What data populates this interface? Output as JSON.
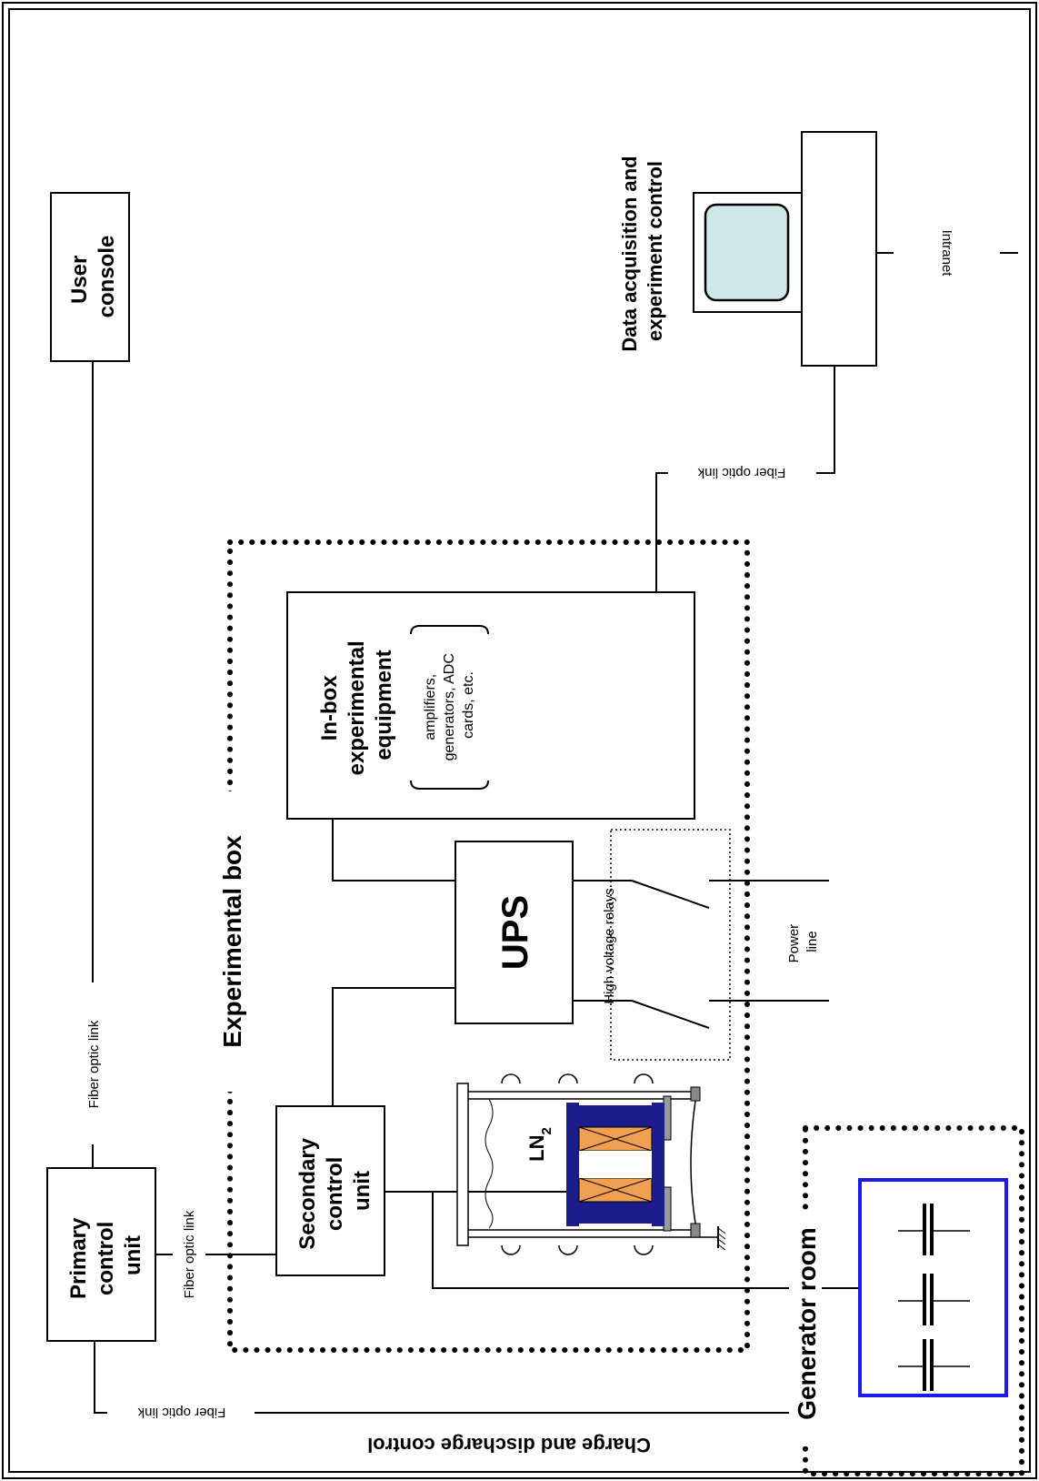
{
  "labels": {
    "user_console": [
      "User",
      "console"
    ],
    "primary_control_unit": [
      "Primary",
      "control",
      "unit"
    ],
    "secondary_control_unit": [
      "Secondary",
      "control",
      "unit"
    ],
    "in_box_equipment_title": [
      "In-box",
      "experimental",
      "equipment"
    ],
    "in_box_equipment_sub": [
      "amplifiers,",
      "generators, ADC",
      "cards, etc."
    ],
    "ups": "UPS",
    "experimental_box": "Experimental box",
    "generator_room": "Generator room",
    "data_acquisition": [
      "Data acquisition and",
      "experiment control"
    ],
    "fiber_optic_link": "Fiber optic link",
    "intranet": "Intranet",
    "high_voltage_relays": "High voltage relays",
    "power_line": [
      "Power",
      "line"
    ],
    "ln2_main": "LN",
    "ln2_sub": "2",
    "charge_discharge_control": "Charge and discharge control"
  },
  "colors": {
    "coil_blue": "#1c1c8c",
    "coil_orange": "#f0a050",
    "monitor_screen": "#cde8e6",
    "generator_border": "#1a1aee"
  }
}
